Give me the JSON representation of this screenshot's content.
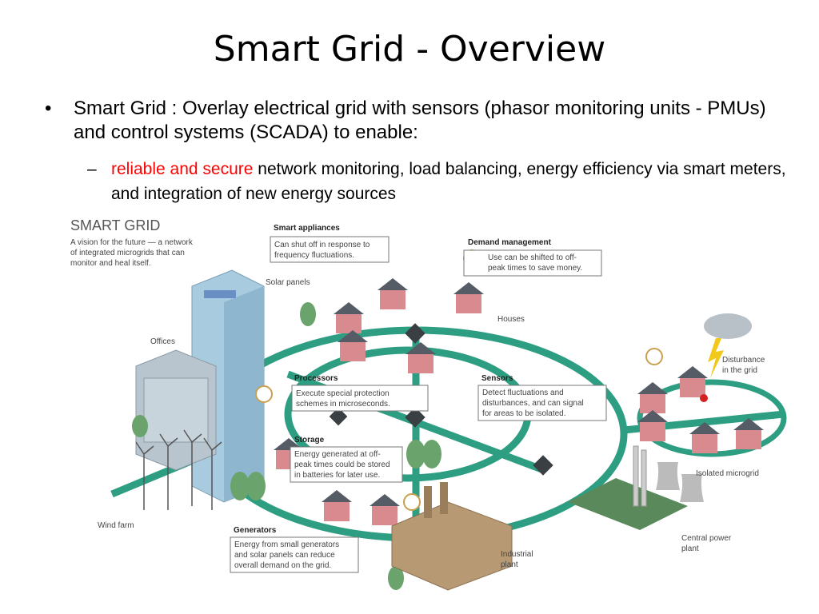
{
  "slide": {
    "title": "Smart Grid - Overview",
    "bullet_marker": "•",
    "bullet_text": "Smart Grid : Overlay electrical grid with sensors (phasor monitoring units - PMUs) and control systems (SCADA) to enable:",
    "sub_marker": "–",
    "sub_highlight": "reliable and secure",
    "sub_text": " network monitoring, load balancing, energy efficiency  via smart meters, and integration of new energy sources"
  },
  "diagram": {
    "heading": "SMART GRID",
    "intro": [
      "A vision for the future — a network",
      "of integrated microgrids that can",
      "monitor and heal itself."
    ],
    "callouts": {
      "smart_appliances": {
        "title": "Smart appliances",
        "lines": [
          "Can shut off in response to",
          "frequency fluctuations."
        ]
      },
      "demand_management": {
        "title": "Demand management",
        "lines": [
          "Use can be shifted to off-",
          "peak times to save money."
        ]
      },
      "processors": {
        "title": "Processors",
        "lines": [
          "Execute special protection",
          "schemes in microseconds."
        ]
      },
      "sensors": {
        "title": "Sensors",
        "lines": [
          "Detect fluctuations and",
          "disturbances, and can signal",
          "for areas to be isolated."
        ]
      },
      "storage": {
        "title": "Storage",
        "lines": [
          "Energy generated at off-",
          "peak times could be stored",
          "in batteries for later use."
        ]
      },
      "generators": {
        "title": "Generators",
        "lines": [
          "Energy from small generators",
          "and solar panels can reduce",
          "overall demand on the grid."
        ]
      }
    },
    "labels": {
      "solar_panels": "Solar panels",
      "offices": "Offices",
      "houses": "Houses",
      "disturbance": [
        "Disturbance",
        "in the grid"
      ],
      "isolated_microgrid": "Isolated microgrid",
      "wind_farm": "Wind farm",
      "central_power_plant": [
        "Central power",
        "plant"
      ],
      "industrial_plant": [
        "Industrial",
        "plant"
      ]
    },
    "colors": {
      "grid_line": "#2e9e82",
      "house_wall": "#d98a8f",
      "roof": "#555c66",
      "panel": "#6a8fc4",
      "building": "#a9cbe0"
    }
  }
}
